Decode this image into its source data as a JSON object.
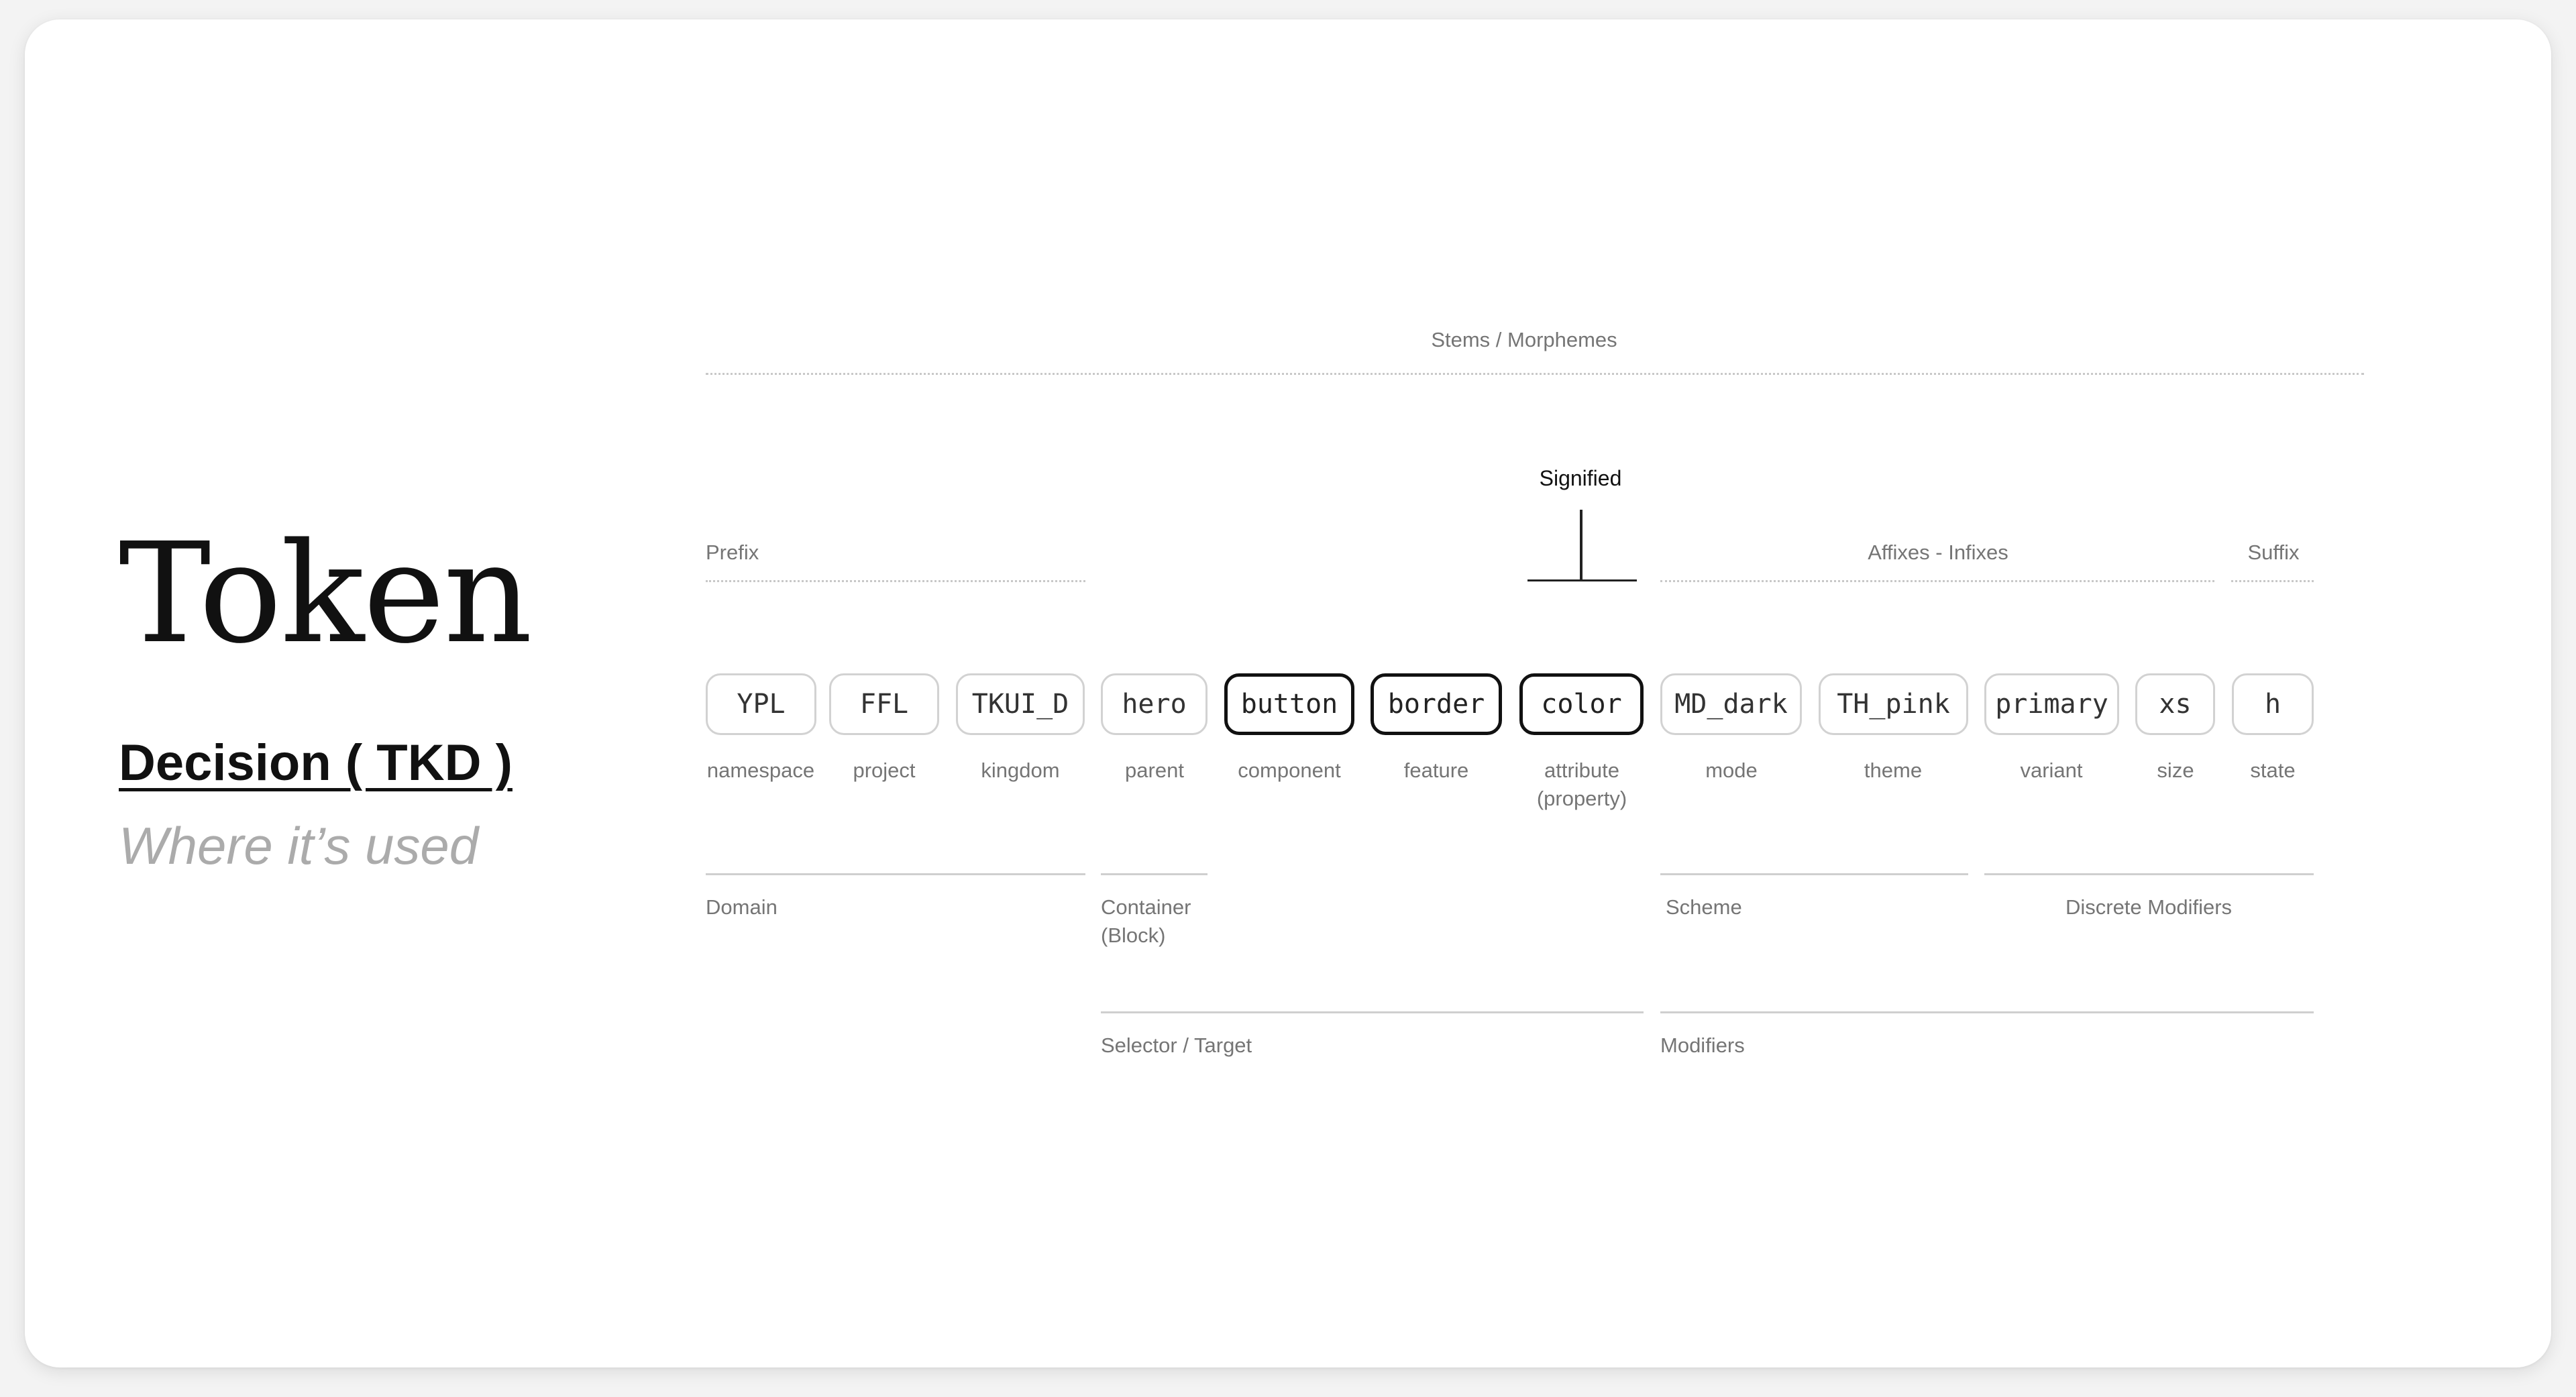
{
  "title": "Token",
  "subtitle": "Decision ( TKD )",
  "tagline": "Where it’s used",
  "header_label": "Stems / Morphemes",
  "signified_label": "Signified",
  "groups": {
    "prefix": "Prefix",
    "affixes": "Affixes - Infixes",
    "suffix": "Suffix"
  },
  "tokens": [
    {
      "value": "YPL",
      "label": "namespace",
      "emphasis": false
    },
    {
      "value": "FFL",
      "label": "project",
      "emphasis": false
    },
    {
      "value": "TKUI_D",
      "label": "kingdom",
      "emphasis": false
    },
    {
      "value": "hero",
      "label": "parent",
      "emphasis": false
    },
    {
      "value": "button",
      "label": "component",
      "emphasis": true
    },
    {
      "value": "border",
      "label": "feature",
      "emphasis": true
    },
    {
      "value": "color",
      "label": "attribute\n(property)",
      "emphasis": true
    },
    {
      "value": "MD_dark",
      "label": "mode",
      "emphasis": false
    },
    {
      "value": "TH_pink",
      "label": "theme",
      "emphasis": false
    },
    {
      "value": "primary",
      "label": "variant",
      "emphasis": false
    },
    {
      "value": "xs",
      "label": "size",
      "emphasis": false
    },
    {
      "value": "h",
      "label": "state",
      "emphasis": false
    }
  ],
  "row1_groups": {
    "domain": "Domain",
    "container": "Container\n(Block)",
    "scheme": "Scheme",
    "discrete_modifiers": "Discrete Modifiers"
  },
  "row2_groups": {
    "selector": "Selector / Target",
    "modifiers": "Modifiers"
  }
}
